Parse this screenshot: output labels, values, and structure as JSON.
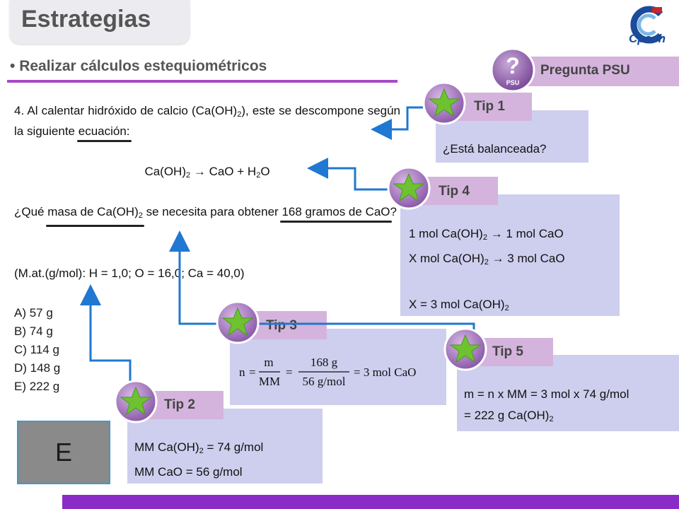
{
  "header": {
    "title": "Estrategias",
    "logo_text": "Cpech"
  },
  "subtitle": "Realizar cálculos estequiométricos",
  "question": {
    "intro_a": "4. Al calentar hidróxido de calcio (Ca(OH)",
    "intro_b": "), este se descompone según la siguiente ",
    "intro_u": "ecuación:",
    "sub2": "2",
    "eq_a": "Ca(OH)",
    "eq_b": " → CaO + H",
    "eq_c": "O",
    "ask_a": "¿Qué ",
    "ask_u": "masa de Ca(OH)",
    "ask_b": " se necesita para obtener ",
    "ask_u2": "168 gramos de CaO",
    "ask_c": "?",
    "masses": "(M.at.(g/mol): H = 1,0; O = 16,0; Ca = 40,0)",
    "options": [
      "A)   57 g",
      "B)   74 g",
      "C) 114 g",
      "D) 148 g",
      "E) 222 g"
    ]
  },
  "answer": "E",
  "psu": {
    "label": "Pregunta PSU",
    "icon_text": "PSU"
  },
  "tips": {
    "tip1": {
      "label": "Tip 1",
      "text": "¿Está balanceada?"
    },
    "tip4": {
      "label": "Tip 4",
      "l1a": "1 mol Ca(OH)",
      "l1b": " → 1 mol CaO",
      "l2a": "X mol Ca(OH)",
      "l2b": " → 3 mol CaO",
      "l3a": "X = 3 mol Ca(OH)"
    },
    "tip3": {
      "label": "Tip 3",
      "n": "n",
      "eq": "=",
      "m": "m",
      "mm": "MM",
      "num": "168 g",
      "den": "56 g/mol",
      "result": "= 3 mol CaO"
    },
    "tip5": {
      "label": "Tip 5",
      "l1": "m = n x MM = 3 mol x 74 g/mol",
      "l2a": "= 222 g Ca(OH)"
    },
    "tip2": {
      "label": "Tip 2",
      "l1a": "MM Ca(OH)",
      "l1b": " = 74 g/mol",
      "l2": "MM CaO = 56 g/mol"
    }
  },
  "colors": {
    "accent_purple": "#8a2bc8",
    "tab_lilac": "#d4b4dc",
    "box_lavender": "#ceceee",
    "arrow_blue": "#1f78d1",
    "star_green": "#6ec232"
  }
}
